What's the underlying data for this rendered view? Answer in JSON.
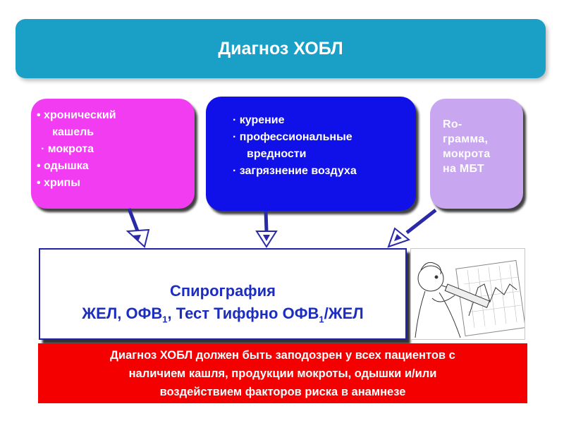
{
  "title": "Диагноз ХОБЛ",
  "symptoms": [
    "• хронический",
    "кашель",
    "· мокрота",
    "• одышка",
    "• хрипы"
  ],
  "risk_factors": [
    "· курение",
    "· профессиональные",
    "вредности",
    "· загрязнение воздуха"
  ],
  "xray": [
    "Ro-",
    "грамма,",
    "мокрота",
    "на МБТ"
  ],
  "spirography": {
    "heading": "Спирография",
    "line_a": "ЖЕЛ, ОФВ",
    "sub1": "1",
    "line_b": ", Тест Тиффно ОФВ",
    "sub2": "1",
    "line_c": "/ЖЕЛ"
  },
  "warning": [
    "Диагноз ХОБЛ должен быть заподозрен у всех пациентов с",
    "наличием кашля, продукции мокроты, одышки и/или",
    "воздействием факторов риска в анамнезе"
  ],
  "colors": {
    "title_bg": "#1aa0c6",
    "symptoms_bg": "#f13cf1",
    "risk_bg": "#1010e8",
    "xray_bg": "#c8a6f0",
    "spiro_text": "#1c2ec0",
    "warning_bg": "#f50000",
    "arrow": "#2a2aa8"
  }
}
